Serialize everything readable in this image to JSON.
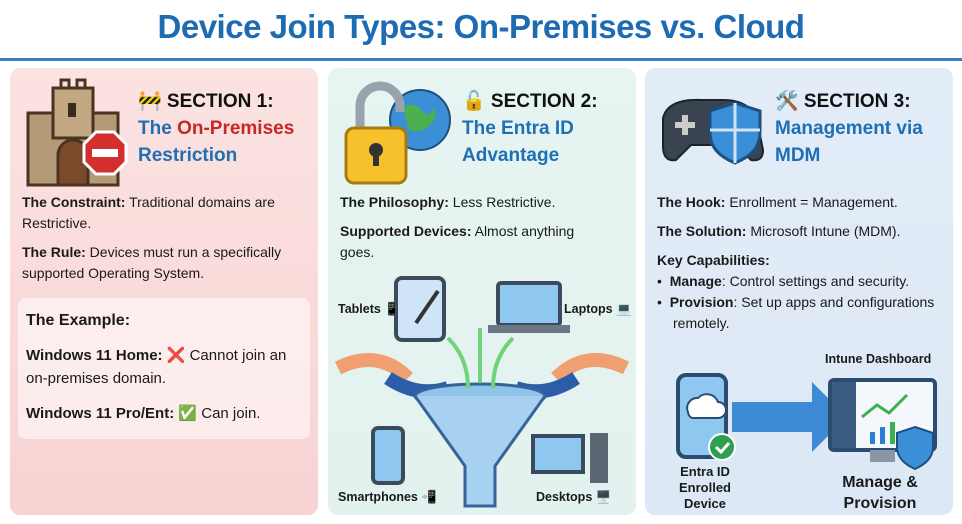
{
  "title": "Device Join Types: On-Premises vs. Cloud",
  "section1": {
    "heading": "🚧 SECTION 1:",
    "sub_a": "The ",
    "sub_b": "On-Premises",
    "sub_c": "Restriction",
    "constraint_label": "The Constraint:",
    "constraint_text": " Traditional domains are Restrictive.",
    "rule_label": "The Rule:",
    "rule_text": " Devices must run a specifically supported Operating System.",
    "example_title": "The Example:",
    "ex1_label": "Windows 11 Home:",
    "ex1_icon": "❌",
    "ex1_text": " Cannot join an on-premises domain.",
    "ex2_label": "Windows 11 Pro/Ent:",
    "ex2_icon": "✅",
    "ex2_text": " Can join."
  },
  "section2": {
    "heading": "🔓 SECTION 2:",
    "sub": "The Entra ID Advantage",
    "philosophy_label": "The Philosophy:",
    "philosophy_text": " Less Restrictive.",
    "supported_label": "Supported Devices:",
    "supported_text": " Almost anything goes.",
    "devices": {
      "tablets": "Tablets 📱",
      "laptops": "Laptops 💻",
      "smartphones": "Smartphones 📲",
      "desktops": "Desktops 🖥️"
    }
  },
  "section3": {
    "heading": "🛠️ SECTION 3:",
    "sub": "Management via MDM",
    "hook_label": "The Hook:",
    "hook_text": " Enrollment = Management.",
    "solution_label": "The Solution:",
    "solution_text": " Microsoft Intune (MDM).",
    "caps_title": "Key Capabilities:",
    "caps": [
      {
        "label": "Manage",
        "text": ": Control settings and security."
      },
      {
        "label": "Provision",
        "text": ": Set up apps and configurations remotely."
      }
    ],
    "dashboard_label": "Intune Dashboard",
    "device_label": "Entra ID Enrolled Device",
    "result_label": "Manage & Provision"
  }
}
